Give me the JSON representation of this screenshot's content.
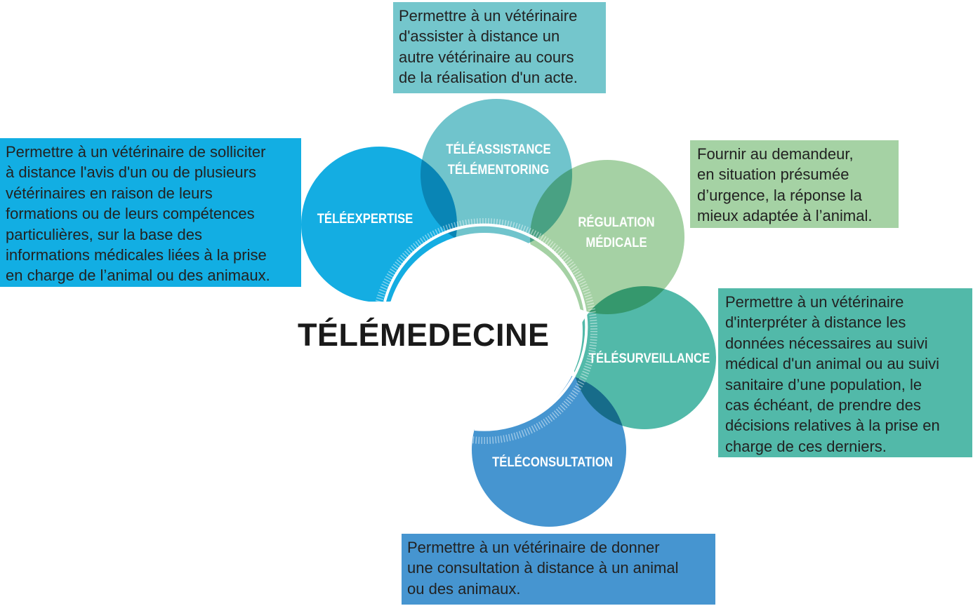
{
  "title": "TÉLÉMEDECINE",
  "colors": {
    "teleexpertise": "#14ade2",
    "teleassistance": "#70c4cc",
    "regulation": "#a5d1a4",
    "telesurveillance": "#52b9a9",
    "teleconsultation": "#4695d0"
  },
  "circles": {
    "teleexpertise": "TÉLÉEXPERTISE",
    "teleassistance": "TÉLÉASSISTANCE\nTÉLÉMENTORING",
    "regulation": "RÉGULATION\nMÉDICALE",
    "telesurveillance": "TÉLÉSURVEILLANCE",
    "teleconsultation": "TÉLÉCONSULTATION"
  },
  "descriptions": {
    "teleassistance": "Permettre à un vétérinaire\nd'assister à distance un\nautre vétérinaire au cours\nde la réalisation d'un acte.",
    "teleexpertise": "Permettre à un vétérinaire de solliciter\nà distance l'avis d'un ou de plusieurs\nvétérinaires en raison de leurs\nformations ou de leurs compétences\nparticulières, sur la base des\ninformations médicales liées à la prise\nen charge de l’animal ou des animaux.",
    "regulation": "Fournir au demandeur,\nen situation présumée\nd’urgence, la réponse la\nmieux adaptée à l’animal.",
    "telesurveillance": "Permettre à un vétérinaire\nd'interpréter à distance les\ndonnées nécessaires au suivi\nmédical d'un animal ou au suivi\nsanitaire d’une population, le\ncas échéant, de prendre des\ndécisions relatives à la prise en\ncharge de ces derniers.",
    "teleconsultation": "Permettre à un vétérinaire de donner\nune consultation à distance à un animal\nou des animaux."
  }
}
